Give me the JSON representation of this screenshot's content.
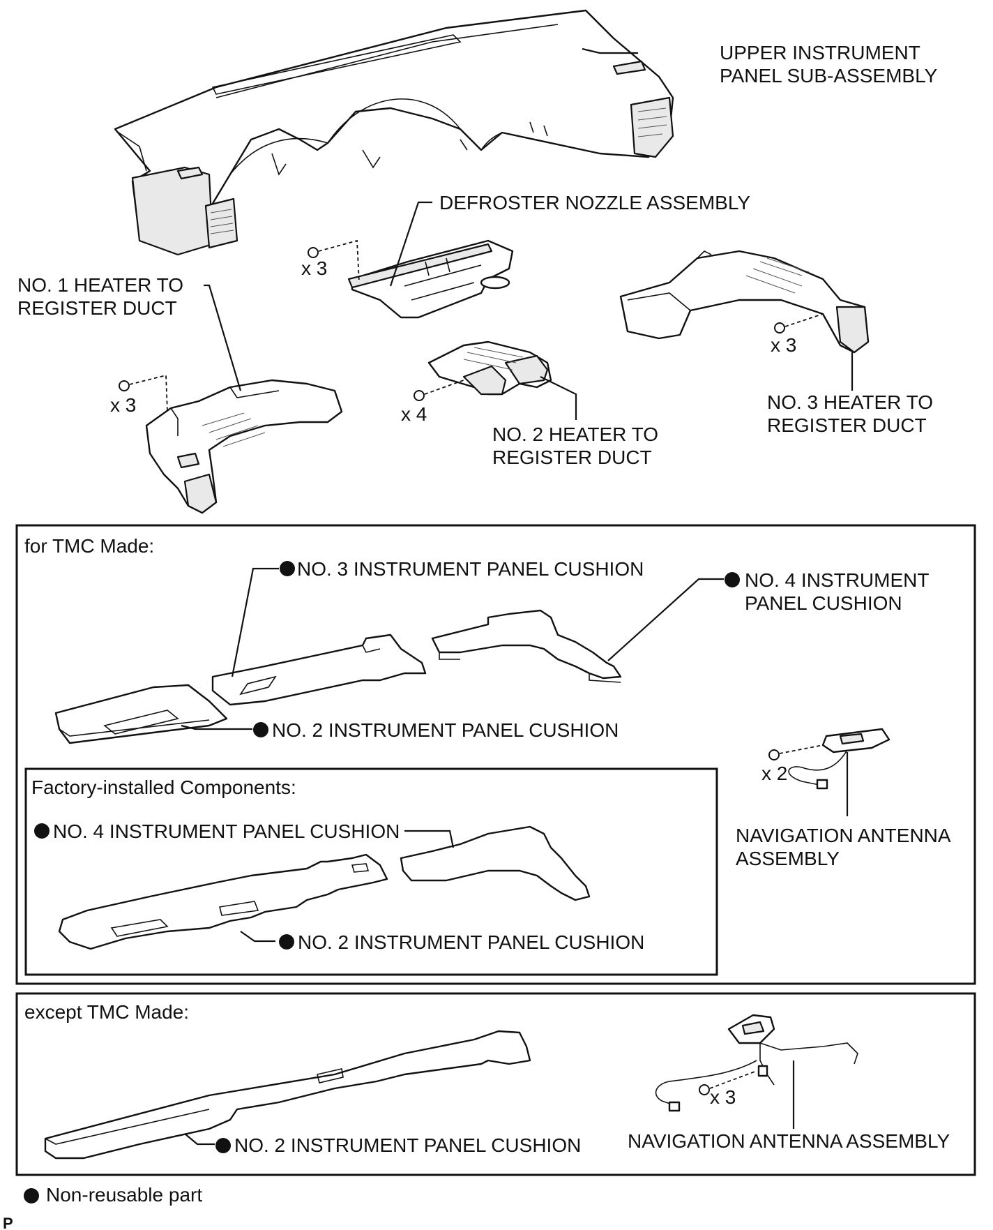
{
  "labels": {
    "upper_panel_line1": "UPPER INSTRUMENT",
    "upper_panel_line2": "PANEL SUB-ASSEMBLY",
    "defroster": "DEFROSTER NOZZLE ASSEMBLY",
    "duct1_line1": "NO. 1 HEATER TO",
    "duct1_line2": "REGISTER DUCT",
    "duct2_line1": "NO. 2 HEATER TO",
    "duct2_line2": "REGISTER DUCT",
    "duct3_line1": "NO. 3 HEATER TO",
    "duct3_line2": "REGISTER DUCT",
    "qty_defroster": "x 3",
    "qty_duct1": "x 3",
    "qty_duct2": "x 4",
    "qty_duct3": "x 3"
  },
  "tmc_section": {
    "title": "for TMC Made:",
    "cushion3": "NO. 3 INSTRUMENT PANEL CUSHION",
    "cushion4_line1": "NO. 4 INSTRUMENT",
    "cushion4_line2": "PANEL CUSHION",
    "cushion2": "NO. 2 INSTRUMENT PANEL CUSHION",
    "nav_qty": "x 2",
    "nav_line1": "NAVIGATION ANTENNA",
    "nav_line2": "ASSEMBLY"
  },
  "factory_section": {
    "title": "Factory-installed Components:",
    "cushion4": "NO. 4 INSTRUMENT PANEL CUSHION",
    "cushion2": "NO. 2 INSTRUMENT PANEL CUSHION"
  },
  "except_section": {
    "title": "except TMC Made:",
    "cushion2": "NO. 2 INSTRUMENT PANEL CUSHION",
    "nav_qty": "x 3",
    "nav": "NAVIGATION ANTENNA ASSEMBLY"
  },
  "legend": {
    "non_reusable": "Non-reusable part"
  },
  "corner_mark": "P"
}
